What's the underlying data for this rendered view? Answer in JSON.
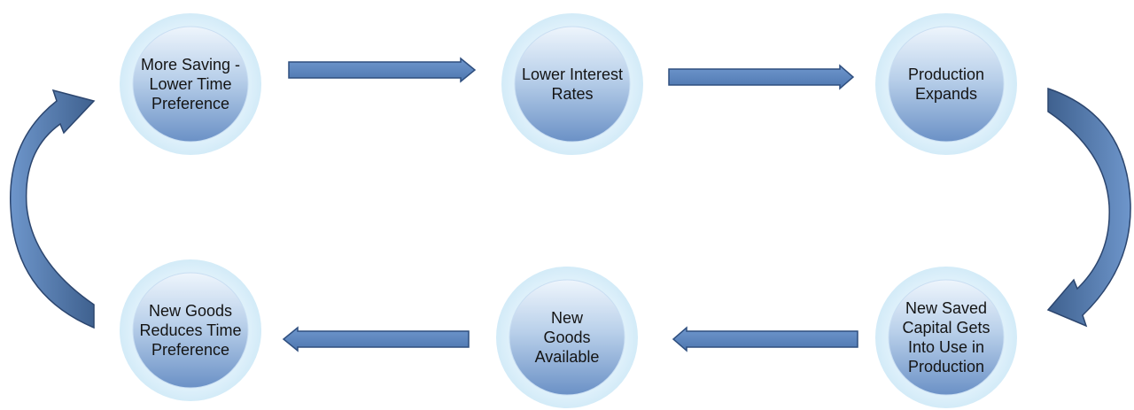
{
  "colors": {
    "arrow_fill": "#5d88c2",
    "arrow_stroke": "#2f4f7f",
    "curve_fill": "#4f73a6",
    "curve_stroke": "#2c466f",
    "halo": "#dff1fb",
    "node_light": "#eaf3fb",
    "node_dark": "#6f95c9"
  },
  "nodes": [
    {
      "id": "more-saving",
      "lines": [
        "More Saving -",
        "Lower Time",
        "Preference"
      ]
    },
    {
      "id": "lower-interest-rates",
      "lines": [
        "Lower Interest",
        "Rates"
      ]
    },
    {
      "id": "production-expands",
      "lines": [
        "Production",
        "Expands"
      ]
    },
    {
      "id": "new-saved-capital",
      "lines": [
        "New Saved",
        "Capital Gets",
        "Into Use in",
        "Production"
      ]
    },
    {
      "id": "new-goods-available",
      "lines": [
        "New",
        "Goods",
        "Available"
      ]
    },
    {
      "id": "new-goods-reduces",
      "lines": [
        "New Goods",
        "Reduces Time",
        "Preference"
      ]
    }
  ],
  "edges": [
    {
      "from": "more-saving",
      "to": "lower-interest-rates",
      "kind": "straight"
    },
    {
      "from": "lower-interest-rates",
      "to": "production-expands",
      "kind": "straight"
    },
    {
      "from": "production-expands",
      "to": "new-saved-capital",
      "kind": "curved"
    },
    {
      "from": "new-saved-capital",
      "to": "new-goods-available",
      "kind": "straight"
    },
    {
      "from": "new-goods-available",
      "to": "new-goods-reduces",
      "kind": "straight"
    },
    {
      "from": "new-goods-reduces",
      "to": "more-saving",
      "kind": "curved"
    }
  ]
}
